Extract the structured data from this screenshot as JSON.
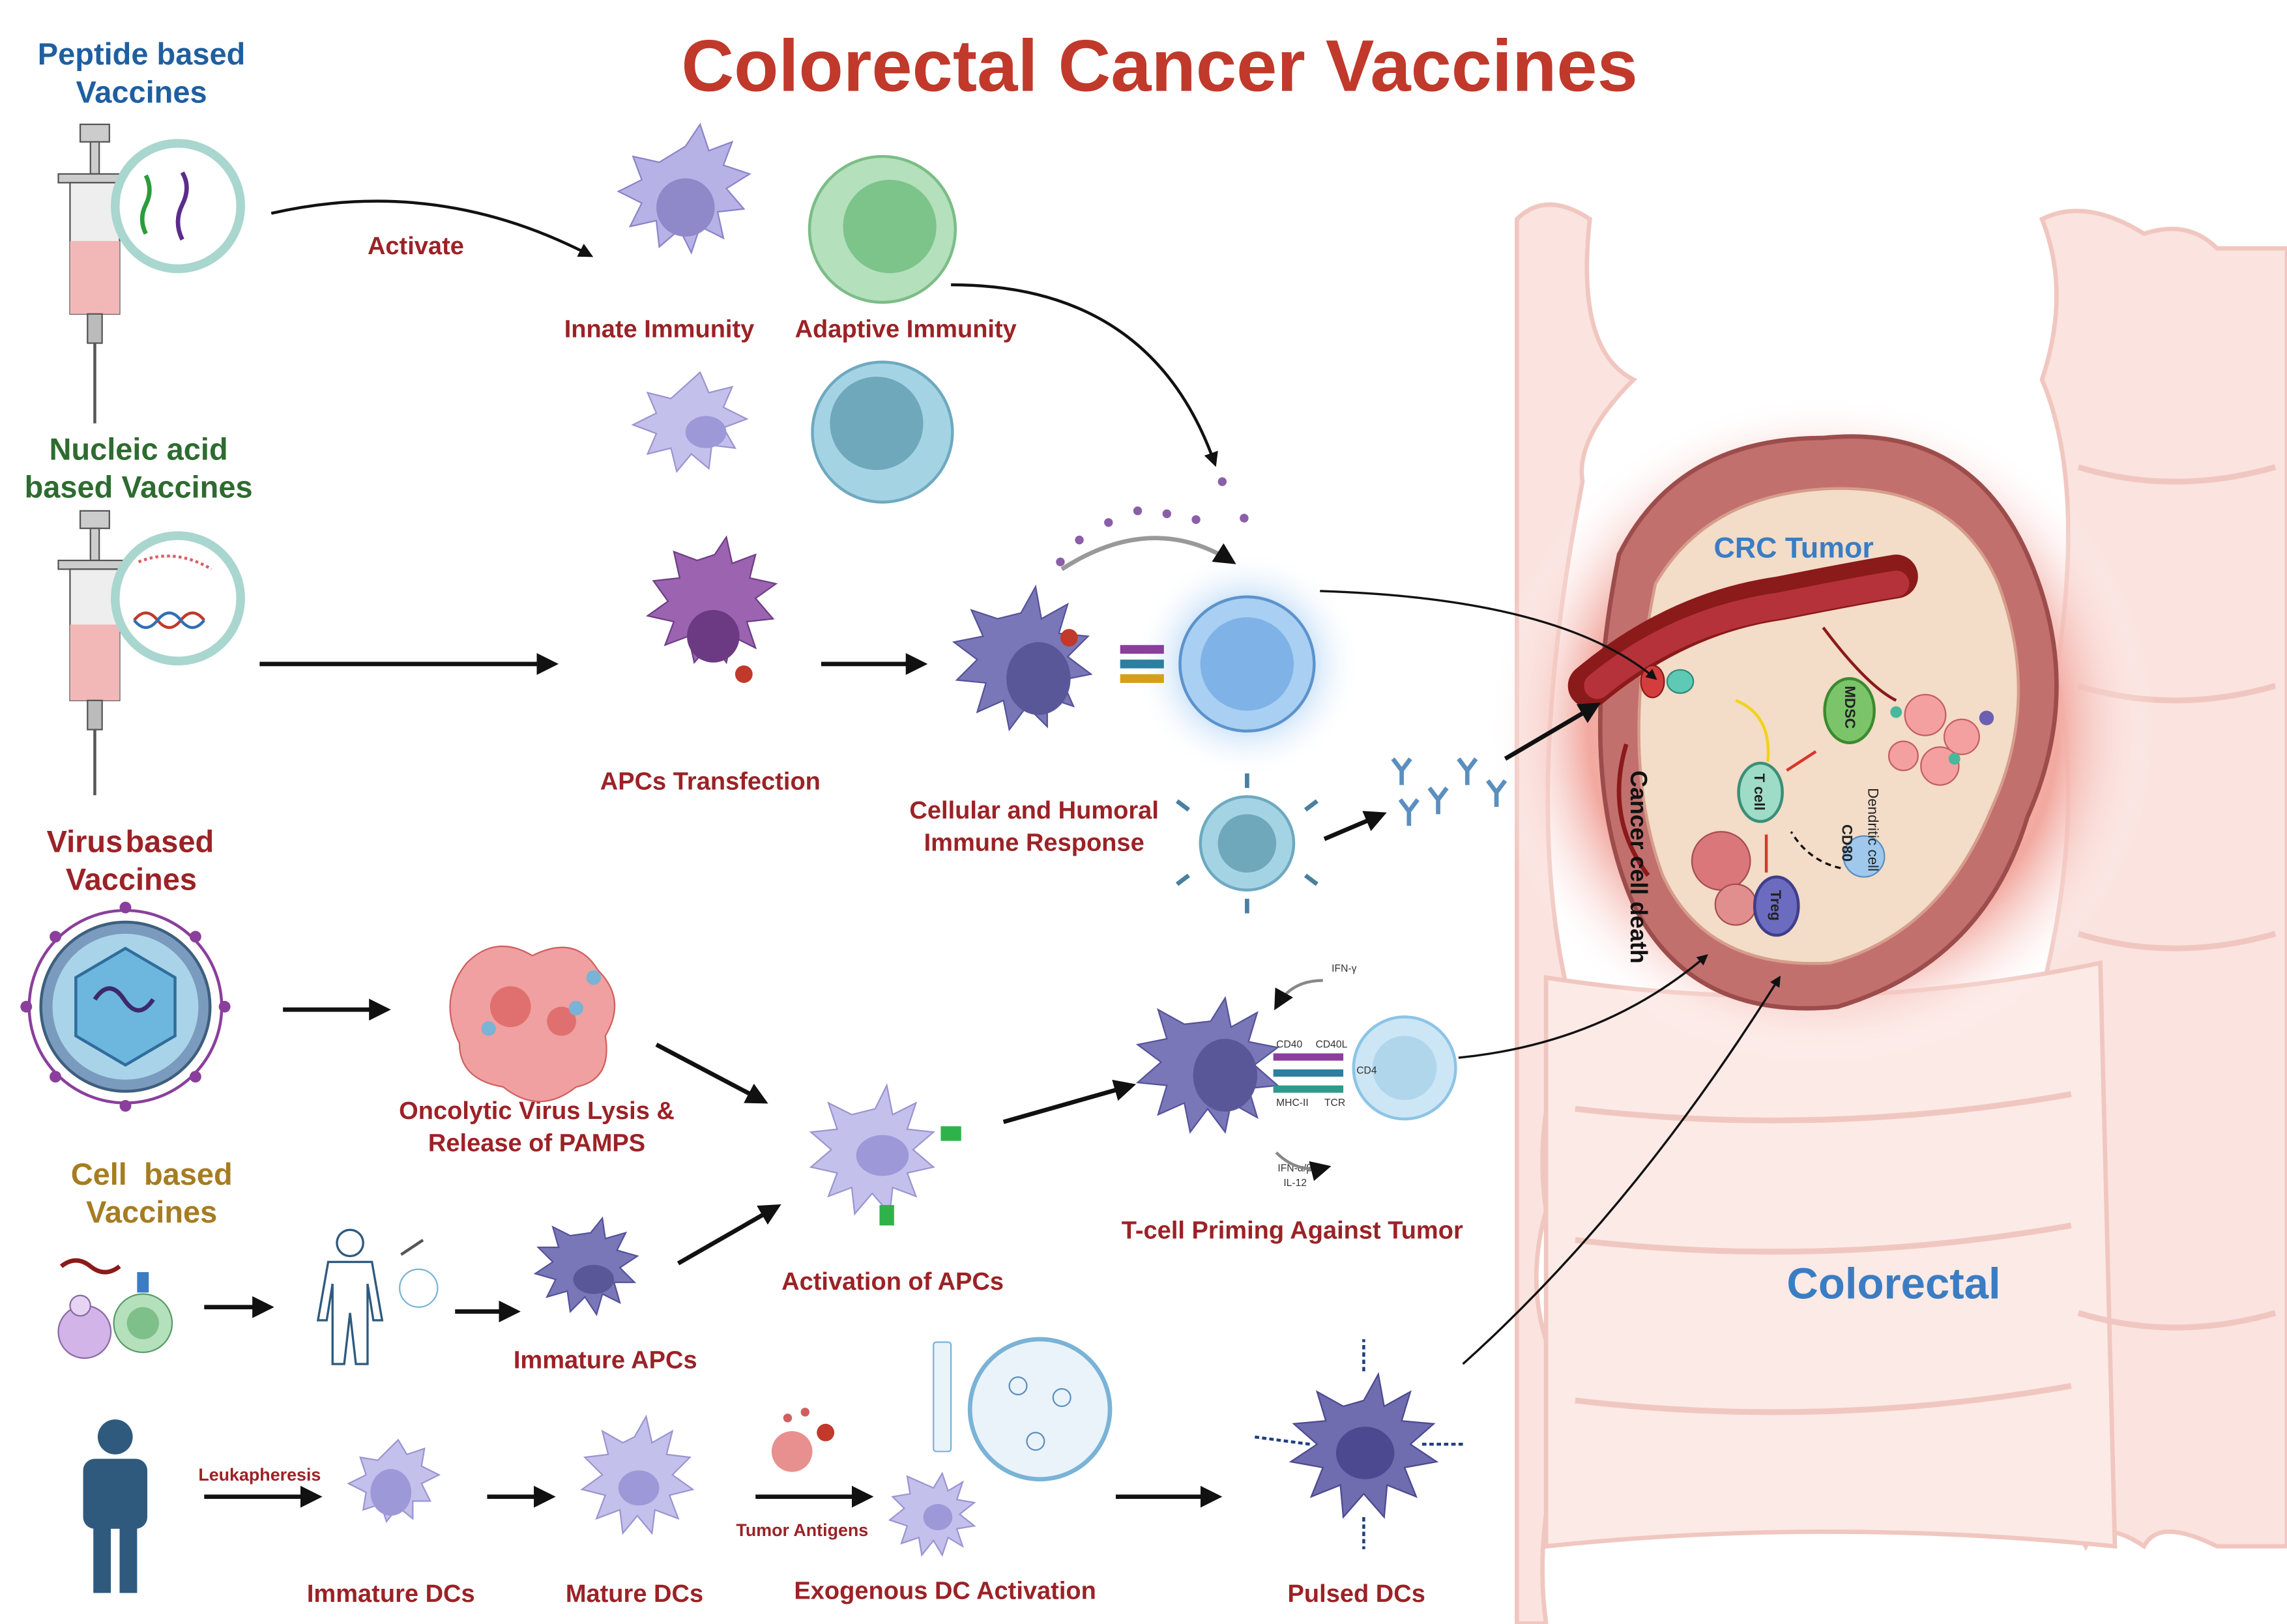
{
  "title": "Colorectal Cancer Vaccines",
  "vaccines": {
    "peptide": [
      "Peptide based",
      "Vaccines"
    ],
    "nucleic": [
      "Nucleic acid",
      "based Vaccines"
    ],
    "virus": [
      "Virus",
      "based",
      "Vaccines"
    ],
    "cell": [
      "Cell  based",
      "Vaccines"
    ]
  },
  "labels": {
    "activate": "Activate",
    "innate": "Innate Immunity",
    "adaptive": "Adaptive Immunity",
    "apcs_transfection": "APCs Transfection",
    "cellular_humoral": [
      "Cellular and Humoral",
      "Immune Response"
    ],
    "oncolytic": [
      "Oncolytic Virus Lysis &",
      "Release of PAMPS"
    ],
    "activation_apcs": "Activation of APCs",
    "tcell_priming": "T-cell Priming Against Tumor",
    "immature_apcs": "Immature APCs",
    "leukapheresis": "Leukapheresis",
    "immature_dcs": "Immature DCs",
    "mature_dcs": "Mature DCs",
    "tumor_antigens": "Tumor Antigens",
    "exogenous": "Exogenous DC Activation",
    "pulsed": "Pulsed DCs",
    "crc_tumor": "CRC Tumor",
    "colorectal": "Colorectal",
    "cancer_cell_death": "Cancer cell death"
  },
  "tumor_cells": {
    "mdsc": "MDSC",
    "tcell": "T cell",
    "treg": "Treg",
    "dendritic": "Dendritic cell",
    "cd80": "CD80"
  },
  "priming_markers": {
    "ifn_gamma": "IFN-γ",
    "cd40": "CD40",
    "cd40l": "CD40L",
    "cd4": "CD4",
    "mhc": "MHC-II",
    "tcr": "TCR",
    "ifn_ab": "IFN-α/β",
    "il12": "IL-12"
  },
  "colors": {
    "title": "#c0392b",
    "label": "#9b2226",
    "peptide": "#1f5fa0",
    "nucleic": "#2e6b30",
    "cell": "#a67c22",
    "tumor_text": "#3a7dc4"
  }
}
